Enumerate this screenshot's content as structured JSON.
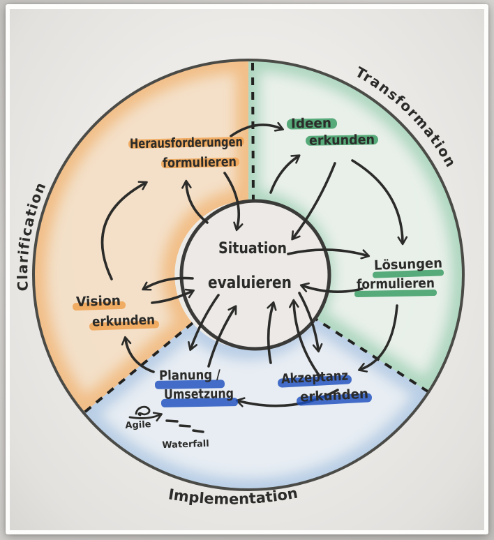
{
  "colors": {
    "ink": "#2b2b29",
    "orange": "#f0a04e",
    "green": "#379a61",
    "blue": "#1e50be",
    "orange_wash": "#f0a455",
    "green_wash": "#7fc29e",
    "blue_wash": "#9ab9dd"
  },
  "sectors": [
    {
      "id": "clarification",
      "label": "Clarification",
      "tint": "orange"
    },
    {
      "id": "transformation",
      "label": "Transformation",
      "tint": "green"
    },
    {
      "id": "implementation",
      "label": "Implementation",
      "tint": "blue"
    }
  ],
  "center": {
    "line1": "Situation",
    "line2": "evaluieren"
  },
  "stages": {
    "herausforderungen": {
      "line1": "Herausforderungen",
      "line2": "formulieren",
      "highlight": "orange"
    },
    "ideen": {
      "line1": "Ideen",
      "line2": "erkunden",
      "highlight": "green"
    },
    "loesungen": {
      "line1": "Lösungen",
      "line2": "formulieren",
      "highlight": "green"
    },
    "akzeptanz": {
      "line1": "Akzeptanz",
      "line2": "erkunden",
      "highlight": "blue"
    },
    "planung": {
      "line1": "Planung /",
      "line2": "Umsetzung",
      "highlight": "blue"
    },
    "vision": {
      "line1": "Vision",
      "line2": "erkunden",
      "highlight": "orange"
    }
  },
  "annotations": {
    "agile": "Agile",
    "waterfall": "Waterfall"
  }
}
